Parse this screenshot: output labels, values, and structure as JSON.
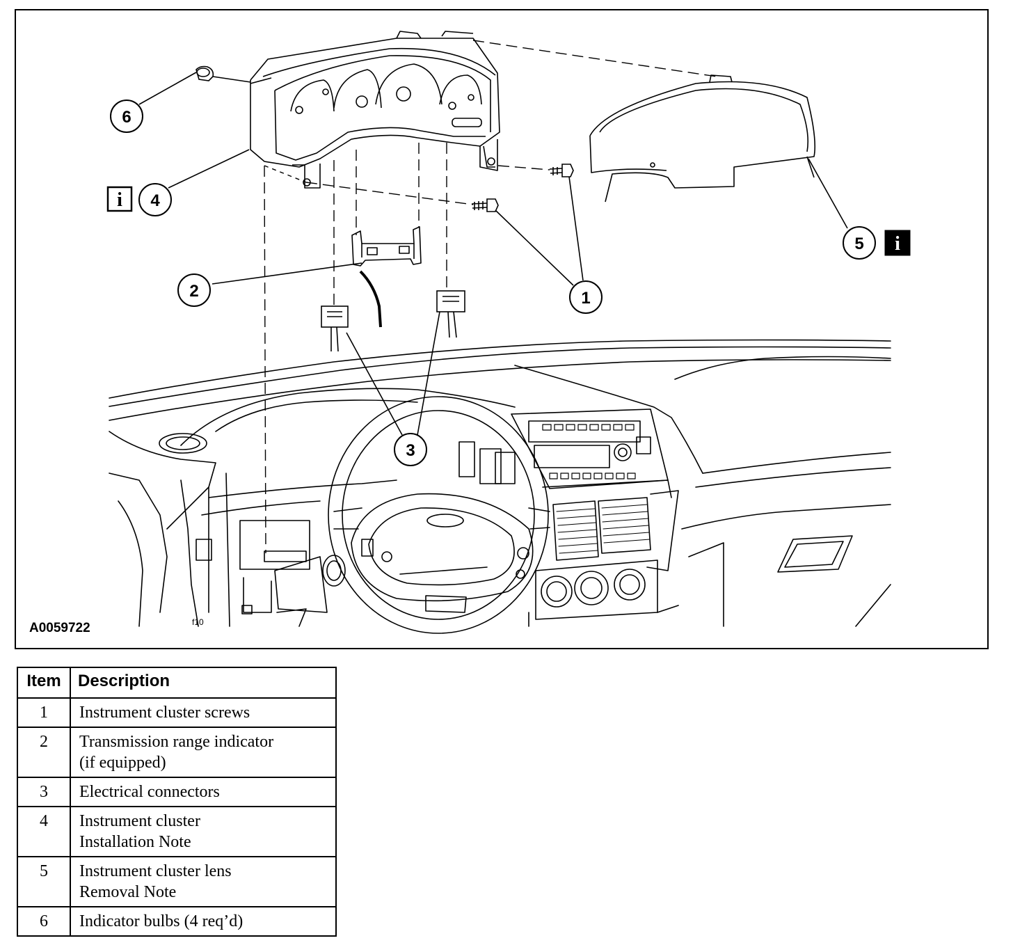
{
  "figure": {
    "figure_id": "A0059722",
    "info_icon_glyph": "i",
    "callouts": [
      {
        "number": "1",
        "info": false
      },
      {
        "number": "2",
        "info": false
      },
      {
        "number": "3",
        "info": false
      },
      {
        "number": "4",
        "info": true
      },
      {
        "number": "5",
        "info": true
      },
      {
        "number": "6",
        "info": false
      }
    ]
  },
  "legend": {
    "headers": {
      "item": "Item",
      "description": "Description"
    },
    "rows": [
      {
        "item": "1",
        "lines": [
          "Instrument cluster screws"
        ]
      },
      {
        "item": "2",
        "lines": [
          "Transmission range indicator",
          "(if equipped)"
        ]
      },
      {
        "item": "3",
        "lines": [
          "Electrical connectors"
        ]
      },
      {
        "item": "4",
        "lines": [
          "Instrument cluster",
          "Installation Note"
        ]
      },
      {
        "item": "5",
        "lines": [
          "Instrument cluster lens",
          "Removal Note"
        ]
      },
      {
        "item": "6",
        "lines": [
          "Indicator bulbs (4 req’d)"
        ]
      }
    ]
  }
}
